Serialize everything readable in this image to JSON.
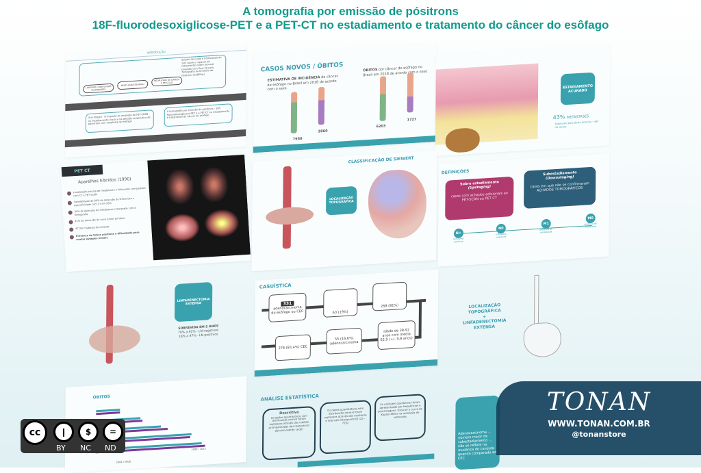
{
  "title": {
    "line1": "A tomografia por emissão de pósitrons",
    "line2": "18F-fluorodesoxiglicose-PET e a PET-CT no estadiamento e tratamento do câncer do esôfago"
  },
  "slides": {
    "intro": {
      "nav": "INTRODUÇÃO",
      "box1": "Estudo de Custo e Efetividade do SUS sobre o repasse de tratamentos sobre pessoas baseado com fluor-18 pela Tomografia de Emissão de Pósitrons (SoBiEsp)",
      "chip1": "LINFOMAS / NEOPLASIAS PULMONARES",
      "chip2": "NEOPLASIAS ESÔFAGO",
      "chip3": "NEOPLASIAS DE CABEÇA E PESCOÇO",
      "box2": "Sub Projeto - O impacto do emprego do PET-SCAN no estadiamento inicial e na decisão terapêutica de pacientes com neoplasia de esôfago",
      "box3": "A tomografia por emissão de pósitrons - 18F-fluorodesoxiglicose-PET e a PET-CT no estadiamento e tratamento do câncer do esôfago"
    },
    "casos": {
      "heading": "CASOS NOVOS / ÓBITOS",
      "left_title": "ESTIMATIVA DE INCIDÊNCIA",
      "left_sub": "de câncer de esôfago no Brasil em 2018 de acordo com o sexo",
      "right_title": "ÓBITOS",
      "right_sub": "por câncer de esôfago no Brasil em 2018 de acordo com o sexo",
      "values": [
        "7950",
        "2860",
        "6203",
        "1727"
      ]
    },
    "estadiamento": {
      "box": "ESTADIAMENTO ACURADO",
      "stat": "43%",
      "stat_label": "METÁSTASES",
      "stat_sub": "linfonodos para ducto torácico – não há serosa"
    },
    "petct": {
      "header": "PET CT",
      "subtitle": "Aparelhos híbridos (1990)",
      "bullets": [
        "Localização precisa de metástases e linfonodos comparados com CT e PET SCAN",
        "Sensibilidade de 80% de detecção de linfonodos e especificidade com CT em 95%",
        "34% de detecção de metástases comparado com a Tomografia",
        "41% de detecção de novo tumor primário",
        "47,3% mudança de conduta",
        "Presença de falsos positivos e dificuldade para avaliar estágios iniciais"
      ]
    },
    "siewert": {
      "heading": "CLASSIFICAÇÃO DE SIEWERT",
      "box": "LOCALIZAÇÃO TOPOGRÁFICA"
    },
    "definicoes": {
      "heading": "DEFINIÇÕES",
      "up_title": "Sobre estadiamento",
      "up_sub": "(Upstaging)",
      "up_text": "casos com achados adicionais ao PET-SCAN ou PET CT",
      "down_title": "Subestadiamento",
      "down_sub": "(Downstaging)",
      "down_text": "casos em que não se confirmaram ACHADOS TOMOGRÁFICOS",
      "nodes": [
        {
          "label": "N+",
          "desc": "linfonodos positivos"
        },
        {
          "label": "N0",
          "desc": "linfonodos negativos"
        },
        {
          "label": "M1",
          "desc": "presença de metástases"
        },
        {
          "label": "M0",
          "desc": "ausência de metástases"
        }
      ]
    },
    "linfa": {
      "box": "LINFADENECTOMIA EXTENSA",
      "surv_title": "SOBREVIDA EM 5 ANOS",
      "surv1": "70% a 92% - LN negativos",
      "surv2": "18% a 47% - LN positivos"
    },
    "casuistica": {
      "heading": "CASUÍSTICA",
      "b1_num": "331",
      "b1": "adenocarcinoma do esôfago ou CEC",
      "b2": "63 (19%)",
      "b3": "268 (81%)",
      "b4": "Idade de 38-92 anos com média 62,9 (+/- 9,8 anos)",
      "b5": "55 (16,6%) adenocarcinoma",
      "b6": "276 (83,4%) CEC"
    },
    "topo": {
      "text1": "LOCALIZAÇÃO TOPOGRÁFICA",
      "plus": "+",
      "text2": "LINFADENECTOMIA EXTENSA"
    },
    "obitos": {
      "heading": "ÓBITOS",
      "cat1": "2004 / 2008",
      "cat2": "2009 / 2013"
    },
    "analise": {
      "heading": "ANÁLISE ESTATÍSTICA",
      "c1_title": "Descritiva",
      "c1": "Os dados quantitativos com distribuição normal foram expressos através das médias acompanhadas dos respectivos desvios padrão (±dp)",
      "c2": "Os dados quantitativos sem distribuição normal foram expressos através das medianas e intervalo interquartil IQ (25 – 75%)",
      "c3": "As variáveis qualitativas foram apresentadas por frequências e porcentagens. Usou-se a curva de Kaplan-Meier na avaliação de sobrevida"
    },
    "last": {
      "text": "Adenocarcinoma ... número maior de subestadiamento ... não se reflete na mudança de conduta quando comparado ao CEC"
    }
  },
  "brand": {
    "logo": "TONAN",
    "url": "WWW.TONAN.COM.BR",
    "handle": "@tonanstore"
  },
  "license": {
    "labels": [
      "BY",
      "NC",
      "ND"
    ],
    "cc": "cc"
  },
  "colors": {
    "title": "#139a8c",
    "teal": "#3aa2ae",
    "magenta": "#b03a6e",
    "navy": "#2e5f7a",
    "banner": "#16425c"
  }
}
